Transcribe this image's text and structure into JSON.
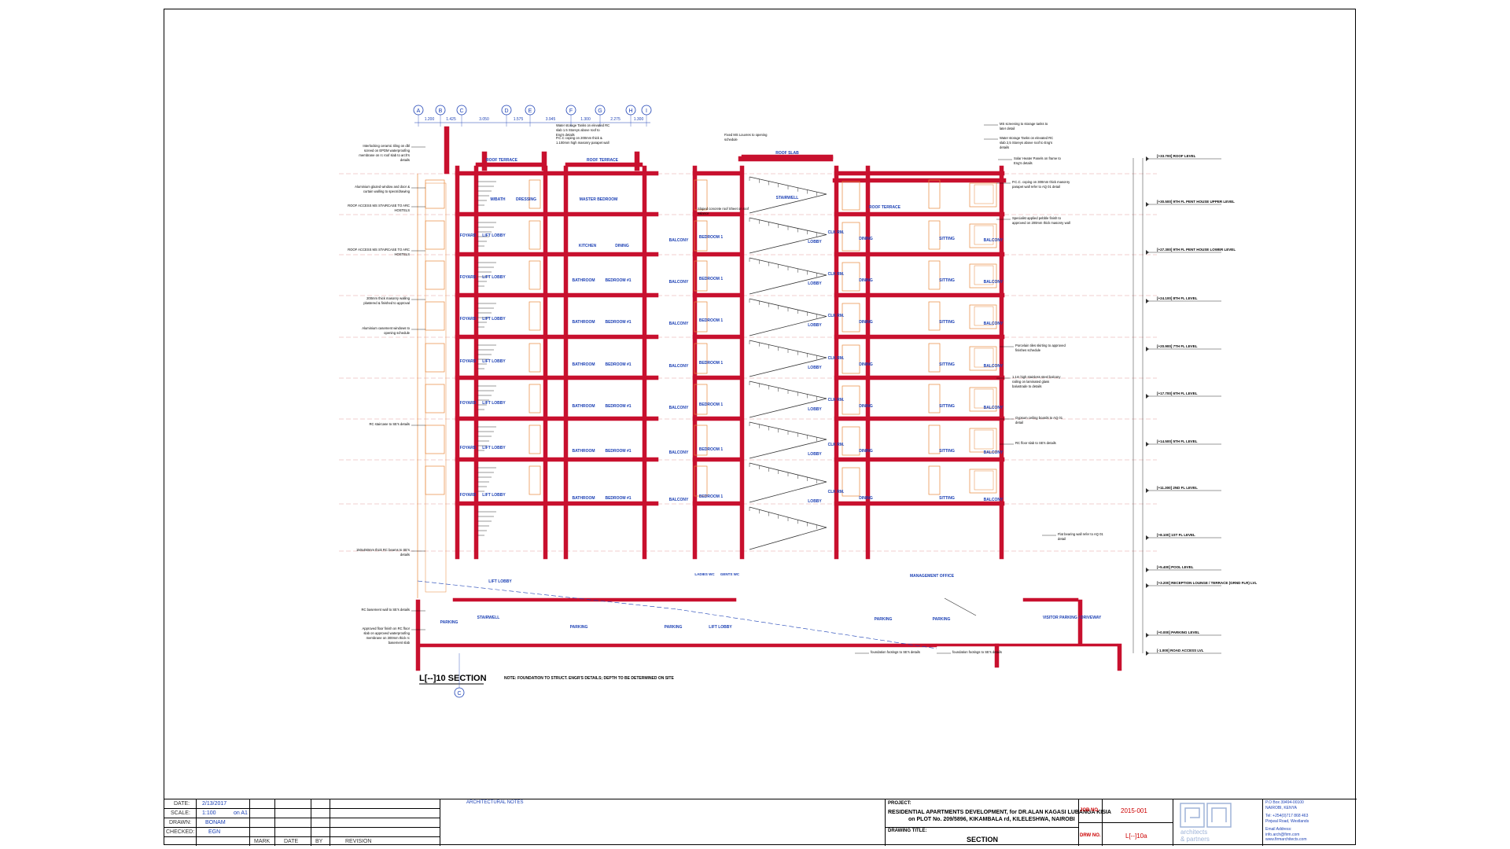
{
  "drawing": {
    "grid_labels": [
      "A",
      "B",
      "C",
      "D",
      "E",
      "F",
      "G",
      "H",
      "I"
    ],
    "grid_dims": [
      "1.200",
      "1.425",
      "3.050",
      "1.575",
      "3.945",
      "1.300",
      "2.275",
      "1.300"
    ],
    "bottom_grid_label": "C",
    "section_title": "L[--]10 SECTION",
    "foundation_note": "NOTE: FOUNDATION TO STRUCT. ENGR'S DETAILS; DEPTH TO BE DETERMINED ON SITE",
    "levels": [
      "[+33.700] ROOF LEVEL",
      "[+30.500] 9TH FL PENT HOUSE UPPER LEVEL",
      "[+27.300] 9TH FL PENT HOUSE LOWER LEVEL",
      "[+24.100] 8TH FL LEVEL",
      "[+20.900] 7TH FL LEVEL",
      "[+17.700] 6TH FL LEVEL",
      "[+14.500] 5TH FL LEVEL",
      "[+11.300] 2ND FL LEVEL",
      "[+8.100] 1ST FL LEVEL",
      "[+5.400] POOL LEVEL",
      "[+3.200] RECEPTION LOUNGE / TERRACE (GRND FLR) LVL",
      "[+0.000] PARKING LEVEL",
      "[-1.000] ROAD ACCESS LVL"
    ],
    "left_notes": [
      "Interlocking ceramic tiling on dbl screed on EPDM waterproofing membrane on rc roof slab to arch's details",
      "Aluminium glazed window and door & curtain walling to specs/drawing",
      "ROOF ACCESS MS STAIRCASE TO ARC HOSTELS",
      "ROOF ACCESS MS STAIRCASE TO ARC HOSTELS",
      "200mm thick masonry walling plastered & finished to approval",
      "Aluminium casement windows to opening schedule",
      "RC staircase to SE's details",
      "150x450mm thick RC beams to SE's details",
      "RC basement wall to SE's details",
      "Approved floor finish on RC floor slab on approved waterproofing membrane on 300mm thick rc basement slab"
    ],
    "right_notes": [
      "MS screening to storage tanks to later detail",
      "Water storage Tanks on elevated RC slab 2,5 Storeys above roof to Eng's details",
      "Solar Heater Panels on frame to Eng's details",
      "P.C.C. coping on 300mm thick masonry parapet wall refer to AQ 01 detail",
      "Specialist applied pebble finish to approved on 200mm thick masonry wall",
      "Porcelain tiles skirting to approved finishes schedule",
      "1.1m high stainless steel balcony railing on laminated glass balustrade to details",
      "Gypsum ceiling boards to AQ 01 detail",
      "RC floor slab to SE's details",
      "Flat bearing wall refer to AQ 01 detail",
      "foundation footings to SE's details",
      "foundation footings to SE's details"
    ],
    "top_notes": [
      "Water storage Tanks on elevated RC slab 1.5 Storeys above roof to Eng's details",
      "P.C.C coping on 200mm thick & 1.100mm high masonry parapet wall",
      "Fixed MS Louvres to opening schedule",
      "Sloped concrete roof Sheet on roof valance"
    ],
    "rooms": {
      "roof_terrace": "ROOF TERRACE",
      "roof_slab": "ROOF SLAB",
      "m_bath": "M/BATH",
      "dressing": "DRESSING",
      "master_bedroom": "MASTER BEDROOM",
      "foyard": "FOYARD",
      "lift_lobby": "LIFT LOBBY",
      "kitchen": "KITCHEN",
      "dining": "DINING",
      "balcony": "BALCONY",
      "bathroom": "BATHROOM",
      "bedroom1": "BEDROOM 1",
      "bedroom_one": "BEDROOM #1",
      "lobby": "LOBBY",
      "clk_rm": "CLK RM.",
      "sitting": "SITTING",
      "staircase": "STAIRWELL",
      "parking": "PARKING",
      "management_office": "MANAGEMENT OFFICE",
      "visitor_parking": "VISITOR PARKING / DRIVEWAY",
      "ladies_wc": "LADIES WC",
      "gents_wc": "GENTS WC"
    }
  },
  "title_block": {
    "date_label": "DATE:",
    "date": "2/13/2017",
    "scale_label": "SCALE:",
    "scale": "1:100",
    "scale_sheet": "on A1",
    "drawn_label": "DRAWN:",
    "drawn": "BONAM",
    "checked_label": "CHECKED:",
    "checked": "EGN",
    "mark_label": "MARK",
    "date_col_label": "DATE",
    "by_label": "BY",
    "revision_label": "REVISION",
    "arch_notes_label": "ARCHITECTURAL NOTES",
    "project_label": "PROJECT:",
    "project_line1": "RESIDENTIAL APARTMENTS DEVELOPMENT, for DR.ALAN KAGASI LUBANGA KISIA",
    "project_line2": "on PLOT No. 209/5896, KIKAMBALA rd, KILELESHWA, NAIROBI",
    "drawing_title_label": "DRAWING TITLE:",
    "drawing_title": "SECTION",
    "job_no_label": "JOB NO.",
    "job_no": "2015-001",
    "drw_no_label": "DRW NO.",
    "drw_no": "L[--]10a",
    "firm_line1": "architects",
    "firm_line2": "& partners",
    "address": [
      "P.O Box 39494-00100",
      "NAIROBI, KENYA",
      "Tel: +254(0)717 868 463",
      "Pinjwal Road, Westlands",
      "Email Address:",
      "info.arch@firm.com",
      "www.firmarchitects.com"
    ]
  }
}
